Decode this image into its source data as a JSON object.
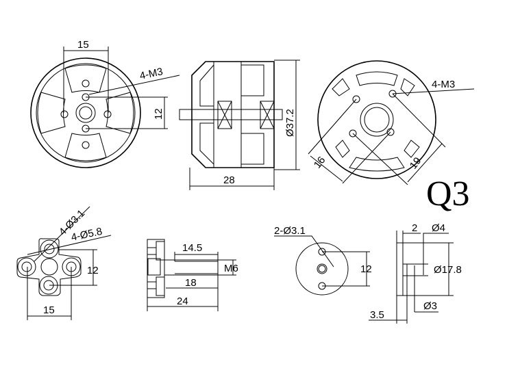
{
  "model": "Q3",
  "front_view": {
    "bolt_spacing": "15",
    "bolt_spacing_v": "12",
    "thread": "4-M3"
  },
  "side_view": {
    "length": "28",
    "diameter": "Ø37.2"
  },
  "rear_view": {
    "thread": "4-M3",
    "pcd_small": "16",
    "pcd_large": "19"
  },
  "prop_mount_front": {
    "hole_small": "4-Ø3.1",
    "hole_large": "4-Ø5.8",
    "spacing_v": "12",
    "spacing_h": "15"
  },
  "prop_mount_side": {
    "thread_length": "14.5",
    "thread": "M6",
    "shaft_length": "18",
    "total_length": "24"
  },
  "adapter_front": {
    "holes": "2-Ø3.1",
    "spacing": "12"
  },
  "adapter_side": {
    "thickness": "2",
    "inner_dia": "Ø4",
    "outer_dia": "Ø17.8",
    "bore": "Ø3",
    "height": "3.5"
  }
}
